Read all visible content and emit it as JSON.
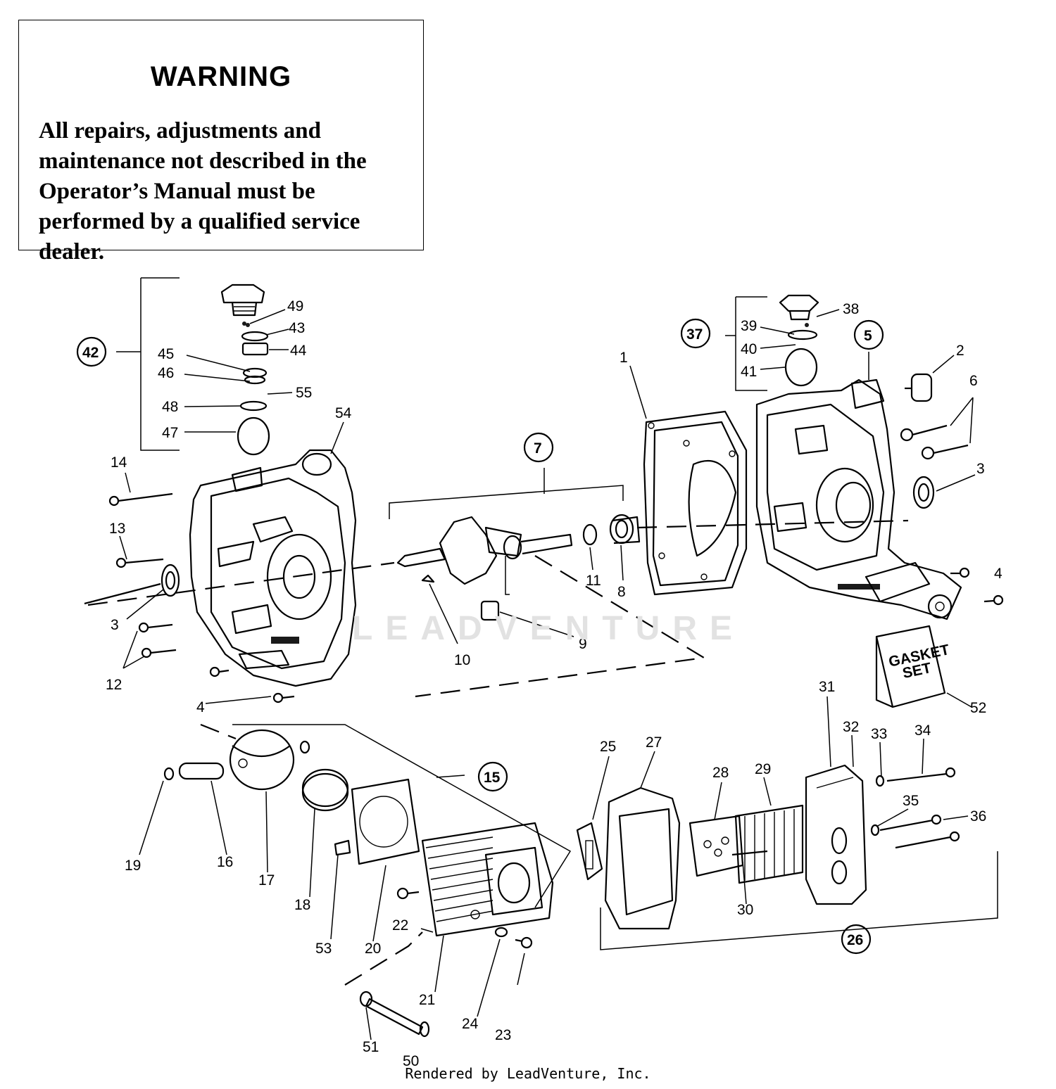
{
  "warning": {
    "title": "WARNING",
    "body": "All repairs, adjustments and maintenance not described in the Operator’s Manual must be performed by a qualified service dealer."
  },
  "watermark": "LEADVENTURE",
  "footer": "Rendered by LeadVenture, Inc.",
  "callouts": [
    "1",
    "2",
    "3",
    "3",
    "4",
    "4",
    "4",
    "6",
    "8",
    "9",
    "10",
    "11",
    "12",
    "13",
    "14",
    "16",
    "17",
    "18",
    "19",
    "20",
    "21",
    "22",
    "23",
    "24",
    "25",
    "27",
    "28",
    "29",
    "30",
    "31",
    "32",
    "33",
    "34",
    "35",
    "36",
    "38",
    "39",
    "40",
    "41",
    "43",
    "44",
    "45",
    "46",
    "47",
    "48",
    "49",
    "50",
    "51",
    "52",
    "53",
    "54",
    "55"
  ],
  "circled_callouts": [
    "42",
    "7",
    "37",
    "5",
    "15",
    "26"
  ],
  "gasket_label": [
    "GASKET",
    "SET"
  ]
}
